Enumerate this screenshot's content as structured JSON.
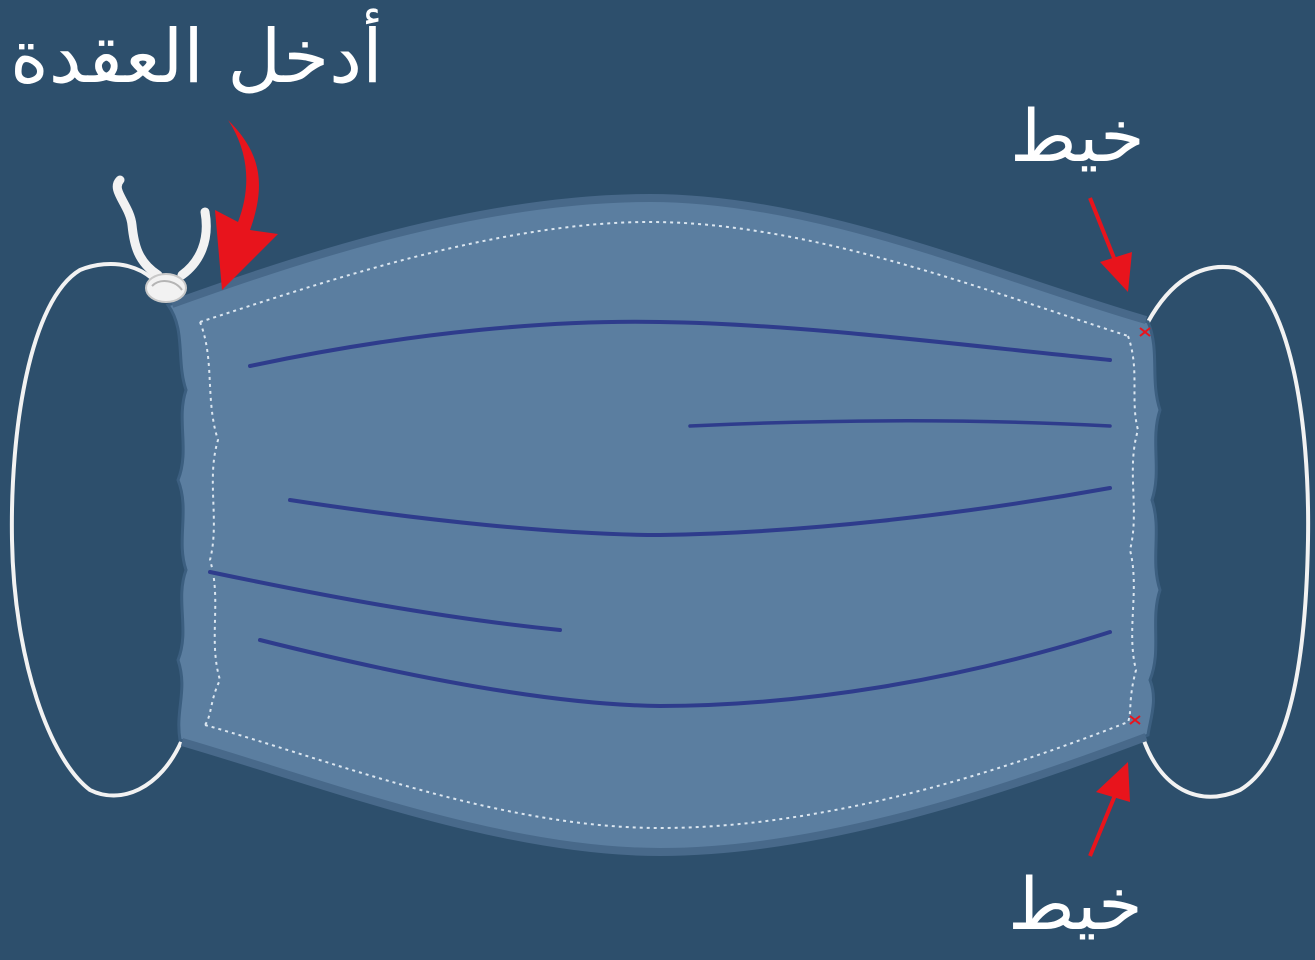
{
  "labels": {
    "insert_knot": "أدخل العقدة",
    "thread_top": "خيط",
    "thread_bottom": "خيط"
  },
  "colors": {
    "background": "#2d4f6c",
    "mask_fabric": "#5b7ea0",
    "mask_edge": "#4a6d8f",
    "pleat_line": "#2e3c8c",
    "ear_loop": "#f2f2f2",
    "arrow": "#e8141c",
    "stitch": "#dbe6f0"
  },
  "icons": {
    "knot": "knot-icon",
    "arrow_big": "curved-arrow-icon",
    "arrow_small": "straight-arrow-icon"
  }
}
